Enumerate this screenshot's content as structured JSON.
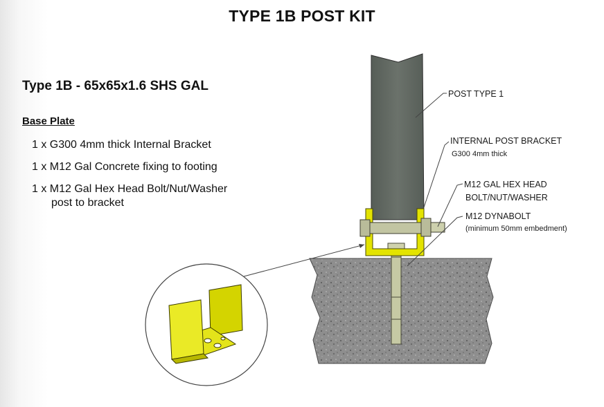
{
  "title": "TYPE 1B POST KIT",
  "subtitle": "Type 1B - 65x65x1.6 SHS GAL",
  "section_heading": "Base Plate",
  "items": [
    {
      "line1": "1 x G300 4mm thick Internal Bracket",
      "line2": ""
    },
    {
      "line1": "1 x M12 Gal Concrete fixing to footing",
      "line2": ""
    },
    {
      "line1": "1 x M12 Gal Hex Head Bolt/Nut/Washer",
      "line2": "post to bracket"
    }
  ],
  "labels": {
    "post": "POST TYPE 1",
    "bracket_line1": "INTERNAL POST BRACKET",
    "bracket_line2": "G300 4mm thick",
    "bolt_line1": "M12 GAL HEX HEAD",
    "bolt_line2": "BOLT/NUT/WASHER",
    "dynabolt_line1": "M12  DYNABOLT",
    "dynabolt_line2": "(minimum 50mm embedment)"
  },
  "colors": {
    "post": "#5f6660",
    "bracket": "#e3e300",
    "concrete": "#8c8c8c",
    "bolt": "#c9cca6"
  }
}
